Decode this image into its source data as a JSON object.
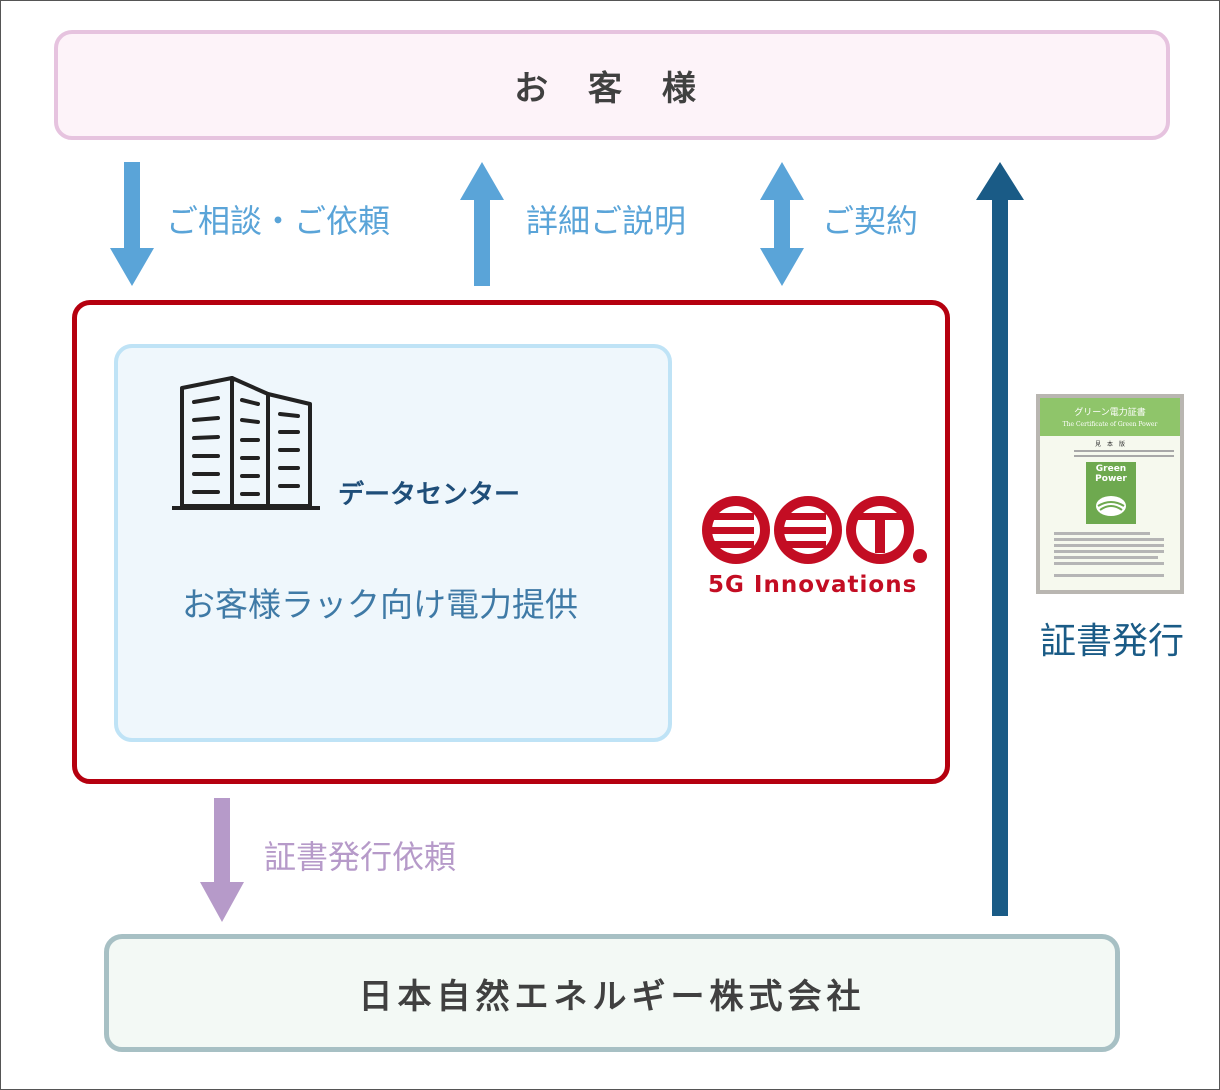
{
  "customer": {
    "label": "お 客 様"
  },
  "arrows": {
    "consult_label": "ご相談・ご依頼",
    "explain_label": "詳細ご説明",
    "contract_label": "ご契約"
  },
  "provider": {
    "datacenter_label": "データセンター",
    "service_desc": "お客様ラック向け電力提供",
    "logo_text": "5G Innovations"
  },
  "request": {
    "label": "証書発行依頼"
  },
  "certificate": {
    "label": "証書発行",
    "title": "グリーン電力証書",
    "subtitle": "The Certificate of Green Power",
    "mihon": "見　本　版",
    "emblem_line1": "Green",
    "emblem_line2": "Power"
  },
  "issuer": {
    "label": "日本自然エネルギー株式会社"
  },
  "colors": {
    "customer_border": "#e6c3df",
    "provider_border": "#b5000f",
    "datacenter_border": "#bfe3f6",
    "issuer_border": "#a7c0c4",
    "arrow_blue": "#5aa4d8",
    "arrow_purple": "#b69ac9",
    "arrow_dark": "#1a5b86"
  }
}
